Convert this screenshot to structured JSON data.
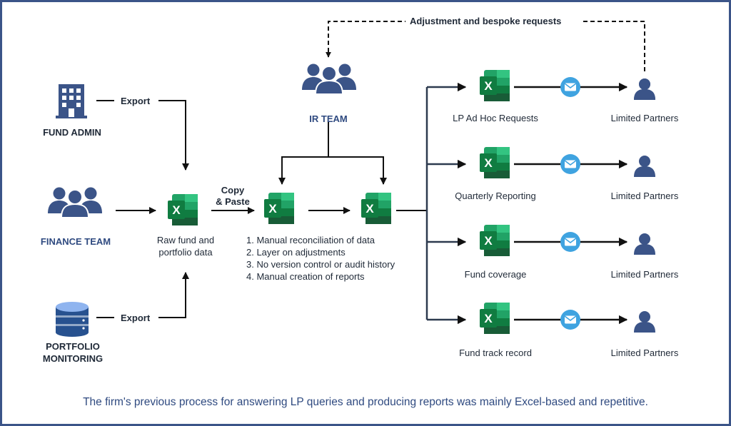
{
  "top_label": "Adjustment and bespoke requests",
  "sources": {
    "fund_admin": {
      "label": "FUND ADMIN",
      "edge_label": "Export",
      "icon": "building-icon"
    },
    "finance_team": {
      "label": "FINANCE TEAM",
      "icon": "people-icon"
    },
    "portfolio_monitoring": {
      "label_line1": "PORTFOLIO",
      "label_line2": "MONITORING",
      "edge_label": "Export",
      "icon": "database-icon"
    }
  },
  "raw_data": {
    "label_line1": "Raw fund and",
    "label_line2": "portfolio data"
  },
  "copy_paste": {
    "line1": "Copy",
    "line2": "& Paste"
  },
  "ir_team": {
    "label": "IR TEAM",
    "icon": "people-icon"
  },
  "steps": [
    "1. Manual reconciliation of data",
    "2. Layer on adjustments",
    "3. No version control or audit history",
    "4. Manual creation of reports"
  ],
  "outputs": [
    {
      "label": "LP Ad Hoc Requests",
      "recipient": "Limited Partners"
    },
    {
      "label": "Quarterly Reporting",
      "recipient": "Limited Partners"
    },
    {
      "label": "Fund coverage",
      "recipient": "Limited Partners"
    },
    {
      "label": "Fund track record",
      "recipient": "Limited Partners"
    }
  ],
  "caption": "The firm's previous process for answering LP queries and producing reports was mainly Excel-based and repetitive.",
  "colors": {
    "navy": "#3b5488",
    "excel_green": "#1d7a45",
    "mail_blue": "#3fa3e0",
    "line": "#111111",
    "db_blue": "#6fa0e6"
  }
}
